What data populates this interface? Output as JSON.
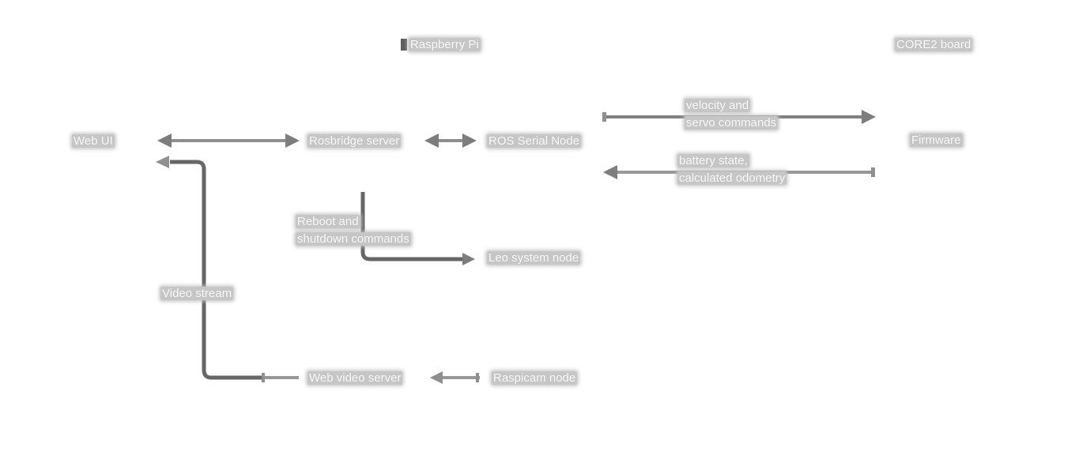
{
  "title": "ROS software architecture diagram",
  "colors": {
    "line_light": "#8f8f8f",
    "line_mid": "#979797",
    "line_velocity": "#808080",
    "line_dark": "#666666",
    "arrow": "#7d7d7d",
    "label_bg": "#c6c6c6",
    "label_text": "#fbfbfb"
  },
  "groups": {
    "raspberry_pi": "Raspberry Pi",
    "core2": "CORE2 board"
  },
  "nodes": {
    "web_ui": "Web UI",
    "rosbridge": "Rosbridge server",
    "ros_serial": "ROS Serial Node",
    "firmware": "Firmware",
    "leo_system": "Leo system node",
    "web_video": "Web video server",
    "raspicam": "Raspicam node"
  },
  "edge_labels": {
    "velocity": {
      "line1": "velocity and",
      "line2": "servo commands"
    },
    "battery": {
      "line1": "battery state,",
      "line2": "calculated odometry"
    },
    "reboot": {
      "line1": "Reboot and",
      "line2": "shutdown commands"
    },
    "video_stream": {
      "line1": "Video stream"
    }
  },
  "edges": [
    {
      "from": "Web UI",
      "to": "Rosbridge server",
      "direction": "bidirectional",
      "label": ""
    },
    {
      "from": "Rosbridge server",
      "to": "ROS Serial Node",
      "direction": "bidirectional",
      "label": ""
    },
    {
      "from": "ROS Serial Node",
      "to": "Firmware",
      "direction": "to",
      "label": "velocity and servo commands"
    },
    {
      "from": "Firmware",
      "to": "ROS Serial Node",
      "direction": "to",
      "label": "battery state, calculated odometry"
    },
    {
      "from": "Rosbridge server",
      "to": "Leo system node",
      "direction": "to",
      "label": "Reboot and shutdown commands"
    },
    {
      "from": "Web video server",
      "to": "Web UI",
      "direction": "to",
      "label": "Video stream"
    },
    {
      "from": "Raspicam node",
      "to": "Web video server",
      "direction": "to",
      "label": ""
    }
  ]
}
